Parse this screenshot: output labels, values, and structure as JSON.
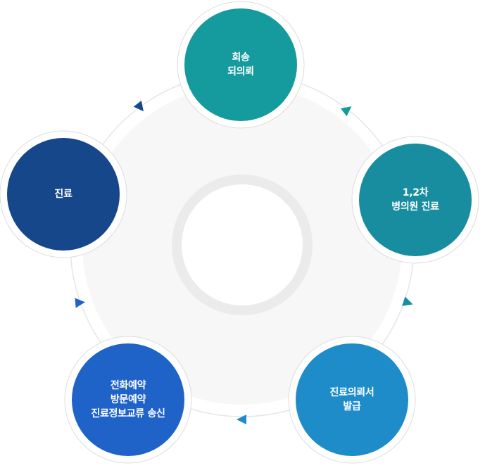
{
  "colors": {
    "ring_line": "#e6e6e6",
    "disc_fill": "#f7f7f7",
    "inner_ring": "#ebebeb",
    "node_border": "#dcdcdc"
  },
  "nodes": [
    {
      "lines": [
        "회송",
        "되의뢰"
      ],
      "color": "#159a9e"
    },
    {
      "lines": [
        "1,2차",
        "병의원 진료"
      ],
      "color": "#178d9f"
    },
    {
      "lines": [
        "진료의뢰서",
        "발급"
      ],
      "color": "#1f8cca"
    },
    {
      "lines": [
        "전화예약",
        "방문예약",
        "진료정보교류 송신"
      ],
      "color": "#1f63c8"
    },
    {
      "lines": [
        "진료"
      ],
      "color": "#15478a"
    }
  ],
  "arrows": [
    {
      "name": "arrow-hoesong-to-clinic",
      "direction": "clockwise",
      "color": "#159a9e"
    },
    {
      "name": "arrow-clinic-to-referral",
      "direction": "clockwise",
      "color": "#178d9f"
    },
    {
      "name": "arrow-referral-to-reservation",
      "direction": "clockwise",
      "color": "#1f8cca"
    },
    {
      "name": "arrow-reservation-to-treatment",
      "direction": "clockwise",
      "color": "#1f63c8"
    },
    {
      "name": "arrow-treatment-to-hoesong",
      "direction": "clockwise",
      "color": "#15478a"
    }
  ]
}
